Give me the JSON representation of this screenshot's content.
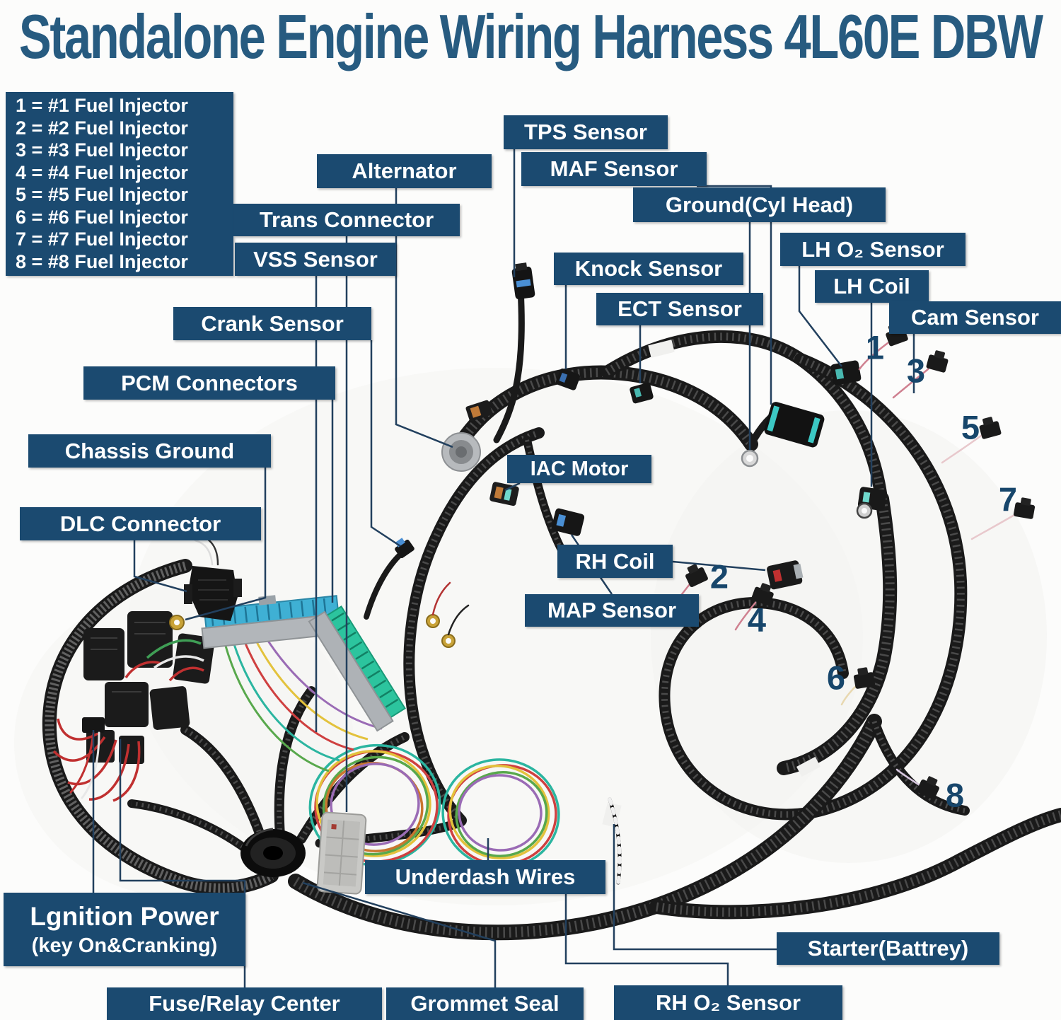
{
  "title": "Standalone Engine Wiring Harness 4L60E DBW",
  "legend": {
    "items": [
      "1 = #1 Fuel Injector",
      "2 = #2 Fuel Injector",
      "3 = #3 Fuel Injector",
      "4 = #4 Fuel Injector",
      "5 = #5 Fuel Injector",
      "6 = #6 Fuel Injector",
      "7 = #7 Fuel Injector",
      "8 = #8 Fuel Injector"
    ]
  },
  "labels": {
    "tps": "TPS Sensor",
    "alternator": "Alternator",
    "maf": "MAF Sensor",
    "ground_cyl_head": "Ground(Cyl Head)",
    "trans": "Trans Connector",
    "vss": "VSS Sensor",
    "knock": "Knock Sensor",
    "ect": "ECT Sensor",
    "lh_o2": "LH O₂ Sensor",
    "lh_coil": "LH Coil",
    "cam": "Cam Sensor",
    "crank": "Crank Sensor",
    "pcm": "PCM Connectors",
    "chassis_ground": "Chassis Ground",
    "dlc": "DLC Connector",
    "iac": "IAC Motor",
    "rh_coil": "RH Coil",
    "map": "MAP Sensor",
    "underdash": "Underdash Wires",
    "ignition_line1": "Lgnition Power",
    "ignition_line2": "(key On&Cranking)",
    "fuse": "Fuse/Relay Center",
    "grommet": "Grommet Seal",
    "rh_o2": "RH O₂ Sensor",
    "starter": "Starter(Battrey)"
  },
  "injector_markers": [
    "1",
    "2",
    "3",
    "4",
    "5",
    "6",
    "7",
    "8"
  ],
  "colors": {
    "label_bg": "#1b4a70",
    "label_text": "#ffffff",
    "title": "#275b80",
    "marker": "#17466b",
    "leader": "#22405e"
  }
}
